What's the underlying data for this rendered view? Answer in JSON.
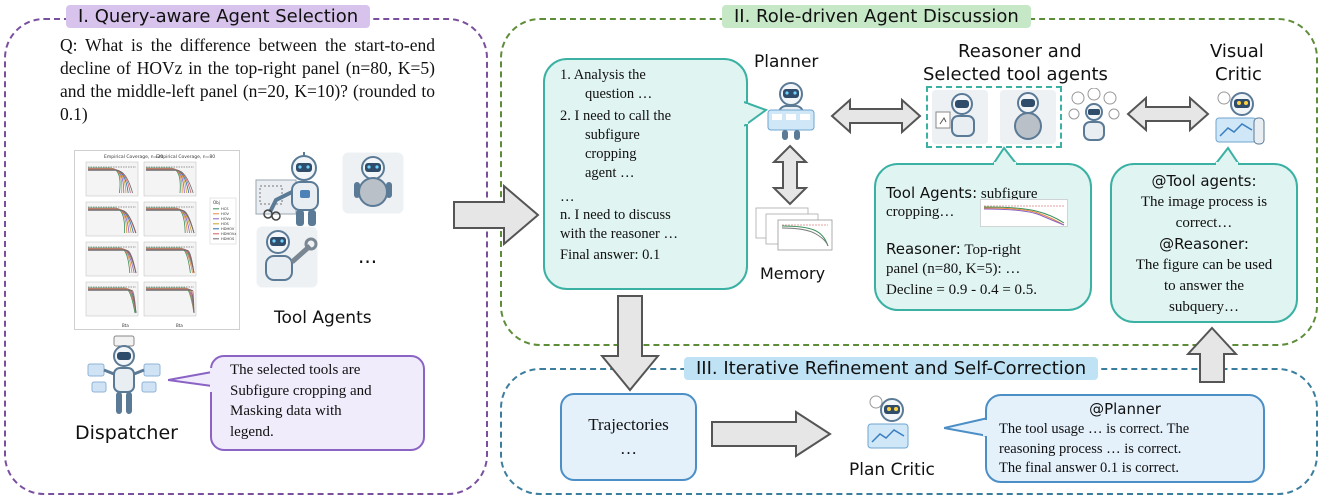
{
  "sections": {
    "s1": "I. Query-aware Agent Selection",
    "s2": "II. Role-driven Agent Discussion",
    "s3": "III. Iterative Refinement and Self-Correction"
  },
  "question": "Q: What is the difference between the start-to-end decline of HOVz in the top-right panel (n=80, K=5) and the middle-left panel (n=20, K=10)? (rounded to 0.1)",
  "labels": {
    "tool_agents": "Tool Agents",
    "ellipsis": "...",
    "dispatcher": "Dispatcher",
    "planner": "Planner",
    "reasoner_line1": "Reasoner and",
    "reasoner_line2": "Selected tool agents",
    "visual_line1": "Visual",
    "visual_line2": "Critic",
    "memory": "Memory",
    "plan_critic": "Plan Critic"
  },
  "dispatcher_bubble": {
    "line1": "The selected tools are",
    "line2": "Subfigure cropping and",
    "line3": "Masking data with",
    "line4": "legend."
  },
  "planner_bubble": {
    "l1": "1.   Analysis the",
    "l2": "question …",
    "l3": "2.   I need to call the",
    "l4": "subfigure",
    "l5": "cropping",
    "l6": "agent …",
    "l7": "…",
    "l8": "n. I need to discuss",
    "l9": "with the reasoner …",
    "l10": "Final answer: 0.1"
  },
  "tool_bubble": {
    "tool_head": "Tool Agents:",
    "tool_text1": " subfigure",
    "tool_text2": "cropping…",
    "reasoner_head": "Reasoner:",
    "reasoner_text1": " Top-right",
    "reasoner_text2": "panel (n=80, K=5): …",
    "reasoner_text3": "Decline = 0.9 - 0.4 = 0.5."
  },
  "critic_bubble": {
    "head1": "@Tool agents:",
    "l1": "The image process is",
    "l2": "correct…",
    "head2": "@Reasoner:",
    "l3": "The figure can be used",
    "l4": "to answer the",
    "l5": "subquery…"
  },
  "trajectories": {
    "line1": "Trajectories",
    "line2": "…"
  },
  "plan_critic_bubble": {
    "head": "@Planner",
    "l1": "The tool usage … is correct. The",
    "l2": "reasoning process … is correct.",
    "l3": "The final answer 0.1 is correct."
  },
  "mini_chart": {
    "title_left": "Empirical Coverage, n=20",
    "title_right": "Empirical Coverage, n=80",
    "legend_title": "Obj",
    "legend_items": [
      "HCS",
      "HOV",
      "HOVz",
      "HOS",
      "HDHOV",
      "HDHOVz",
      "HDHOS"
    ],
    "xlabel": "Bta"
  },
  "colors": {
    "purple": "#7a4f9e",
    "green": "#5e8d3a",
    "blue": "#3b7d9c",
    "teal": "#3bb1a4"
  }
}
